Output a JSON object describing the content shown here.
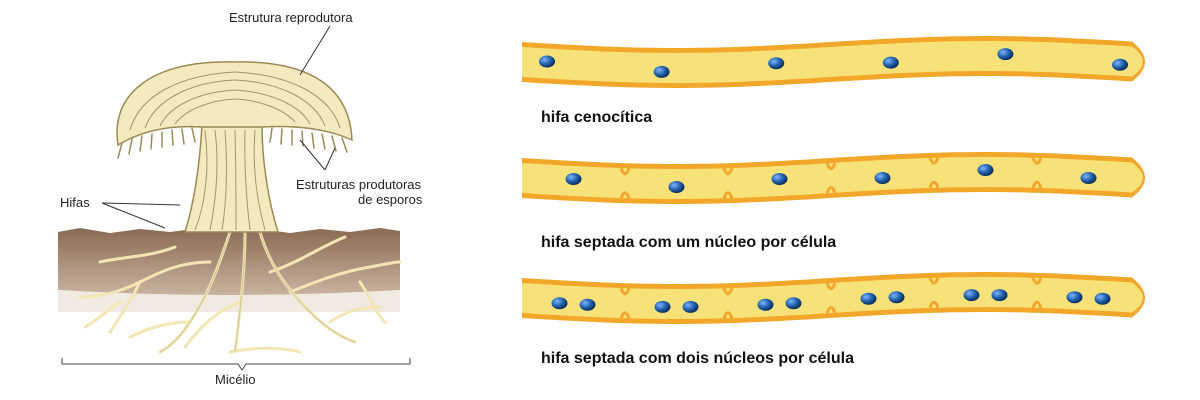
{
  "fungus": {
    "reproductive_structure": "Estrutura reprodutora",
    "spore_structures_line1": "Estruturas produtoras",
    "spore_structures_line2": "de esporos",
    "hyphae": "Hifas",
    "mycelium": "Micélio"
  },
  "hyphae_types": [
    {
      "caption": "hifa cenocítica",
      "septa": 0,
      "nuclei_per_cell": 0,
      "nuclei": 6
    },
    {
      "caption": "hifa septada com um núcleo por célula",
      "septa": 5,
      "nuclei_per_cell": 1
    },
    {
      "caption": "hifa septada com dois núcleos por célula",
      "septa": 5,
      "nuclei_per_cell": 2
    }
  ],
  "colors": {
    "soil": "#8b6a52",
    "hypha_fill": "#f7e27a",
    "hypha_wall": "#f2a72a",
    "nucleus": "#1f5fa8",
    "fungus_stroke": "#9a8a55",
    "fungus_fill": "#f3eac0"
  }
}
